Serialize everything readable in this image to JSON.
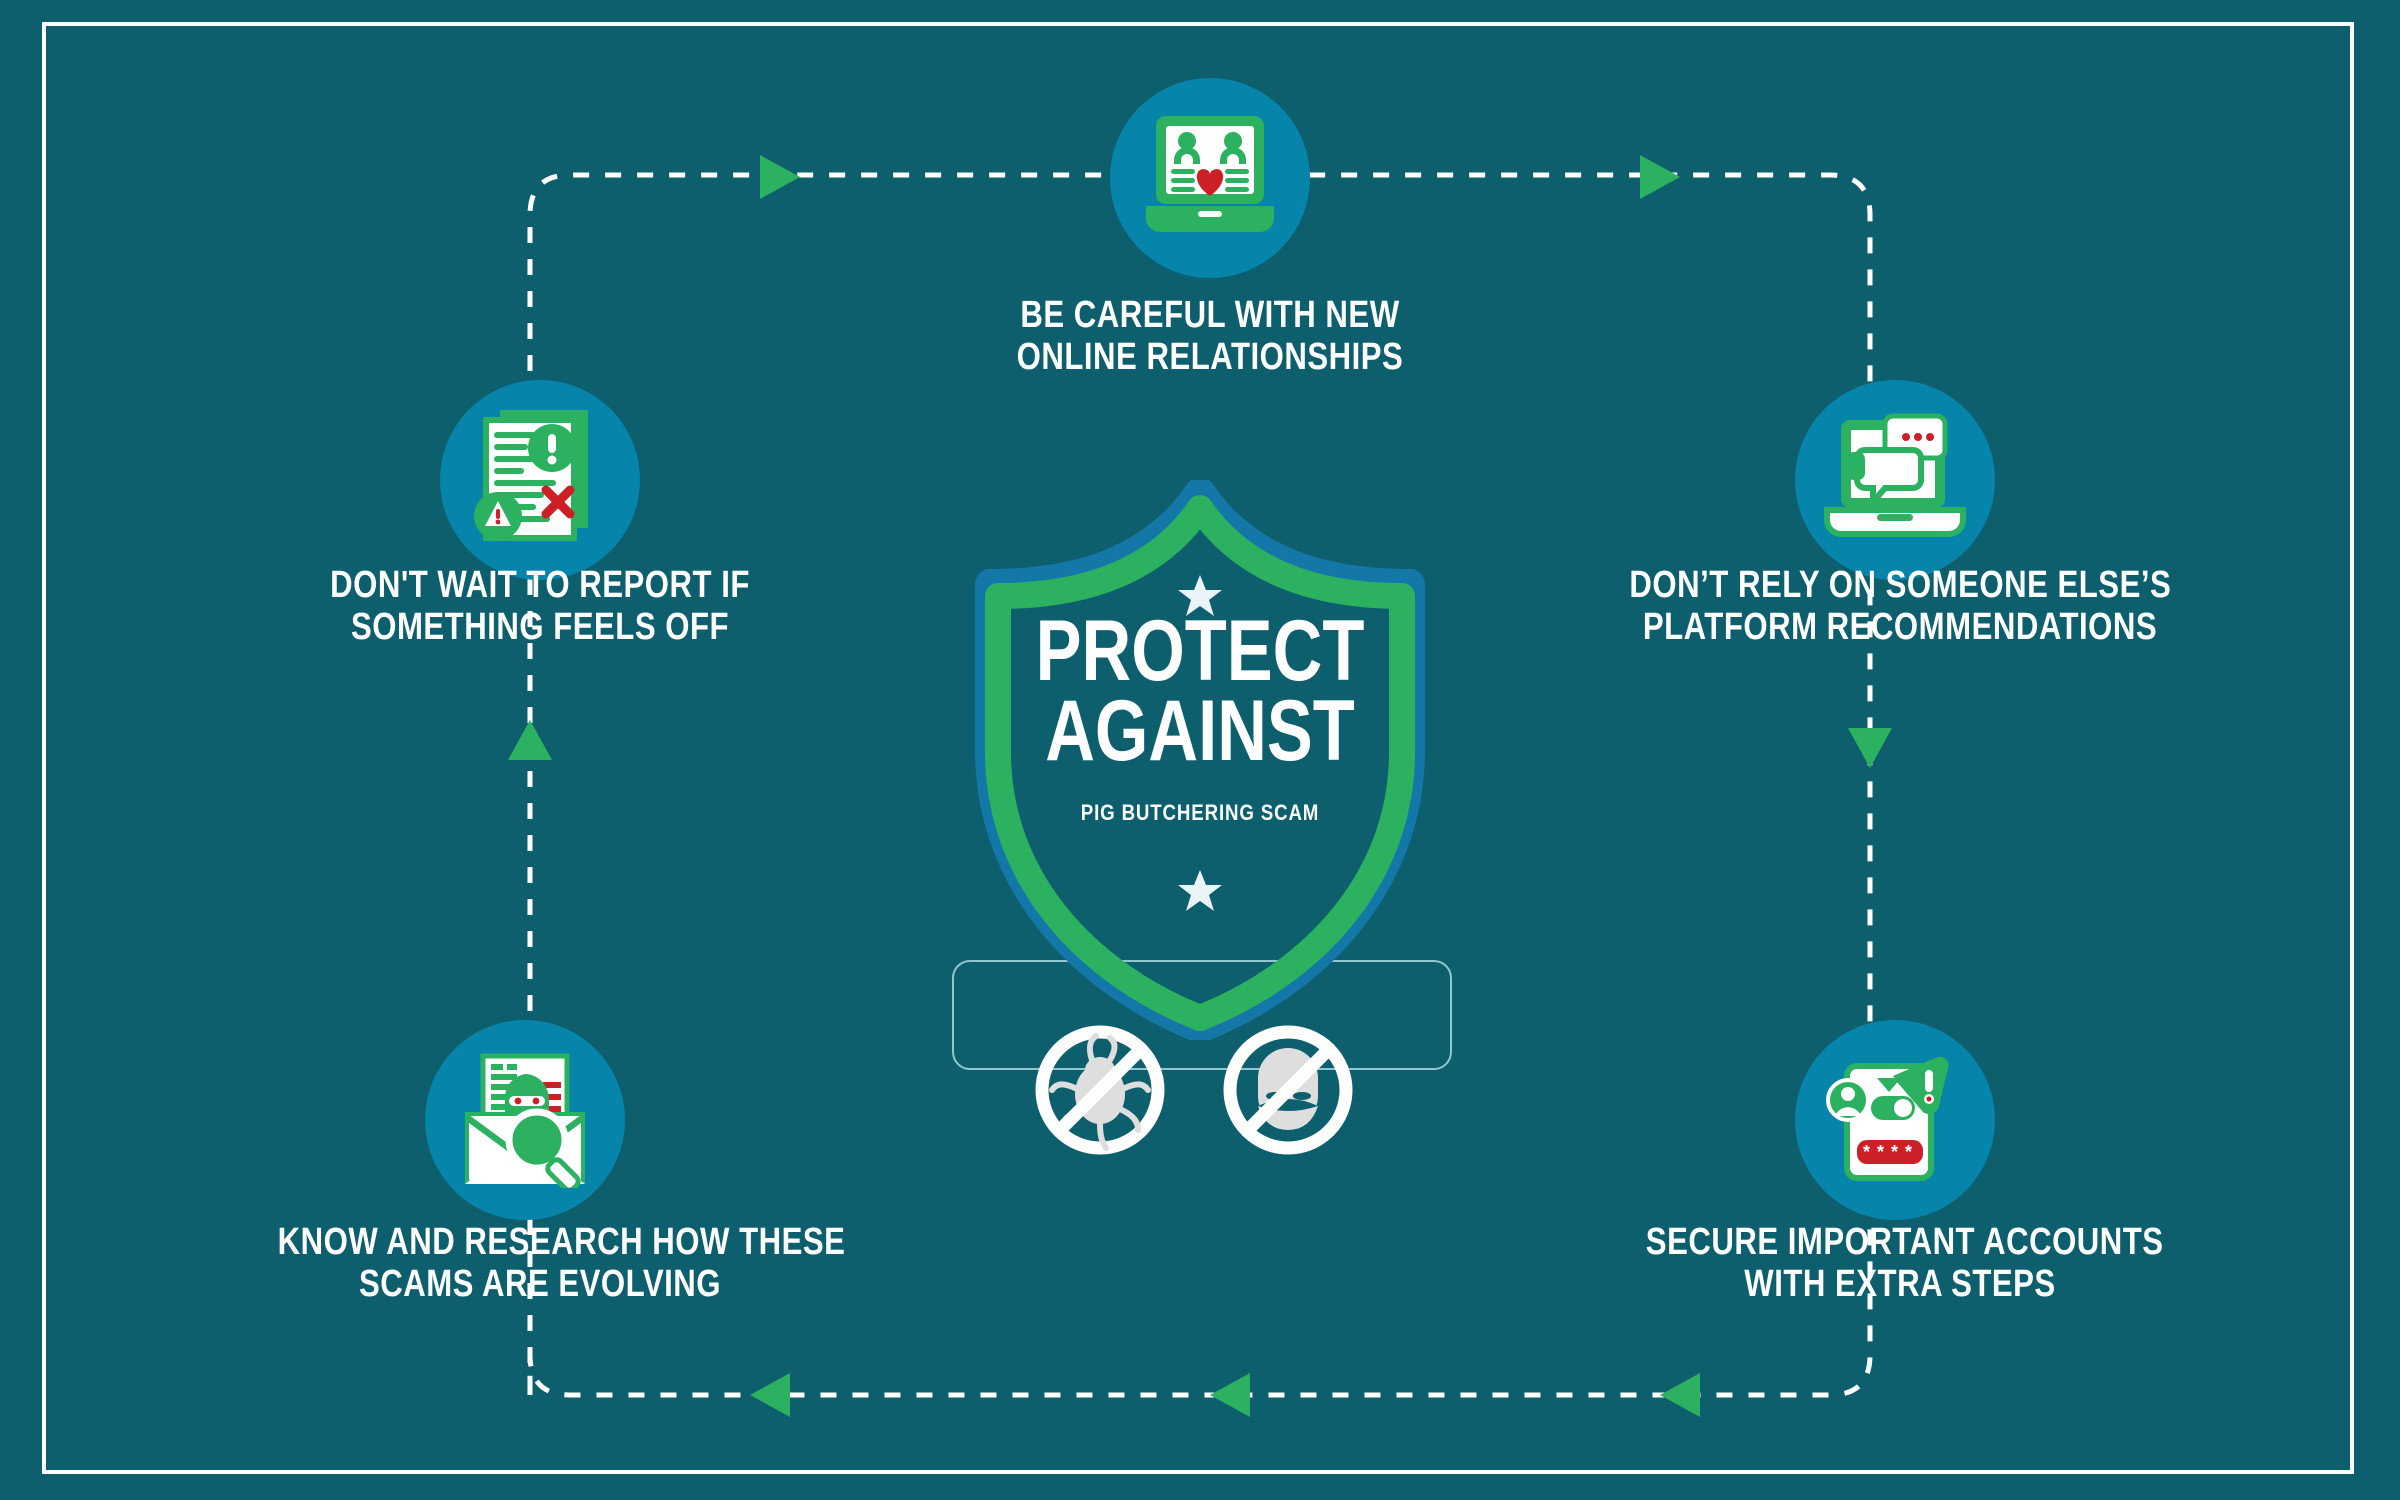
{
  "theme": {
    "background": "#0d5f6d",
    "circle": "#0684a9",
    "green": "#2bb15f",
    "blue_outline": "#1378a8",
    "white": "#ffffff",
    "red": "#cc2026",
    "frame_border": "#ffffff"
  },
  "center": {
    "title_line1": "PROTECT",
    "title_line2": "AGAINST",
    "subtitle": "PIG BUTCHERING SCAM",
    "star_icon": "star-icon",
    "badges": [
      {
        "name": "no-bug-badge",
        "label": "no bug"
      },
      {
        "name": "no-thief-badge",
        "label": "no thief"
      }
    ]
  },
  "nodes": [
    {
      "id": "top",
      "icon": "laptop-heart-icon",
      "caption_line1": "BE CAREFUL WITH NEW",
      "caption_line2": "ONLINE RELATIONSHIPS"
    },
    {
      "id": "right-top",
      "icon": "laptop-chat-icon",
      "caption_line1": "DON’T RELY ON SOMEONE ELSE’S",
      "caption_line2": "PLATFORM RECOMMENDATIONS"
    },
    {
      "id": "right-bottom",
      "icon": "account-password-warning-icon",
      "caption_line1": "SECURE IMPORTANT ACCOUNTS",
      "caption_line2": "WITH EXTRA STEPS"
    },
    {
      "id": "left-bottom",
      "icon": "email-scam-magnifier-icon",
      "caption_line1": "KNOW AND RESEARCH HOW THESE",
      "caption_line2": "SCAMS ARE EVOLVING"
    },
    {
      "id": "left-top",
      "icon": "document-alert-icon",
      "caption_line1": "DON'T WAIT TO REPORT IF",
      "caption_line2": "SOMETHING FEELS OFF"
    }
  ],
  "connectors": {
    "style": "dashed",
    "color": "#ffffff",
    "arrow_color": "#2bb15f",
    "direction": "counter-clockwise",
    "arrow_count": 8
  }
}
